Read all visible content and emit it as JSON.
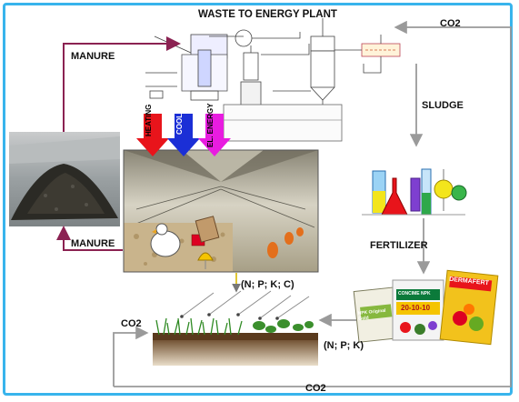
{
  "title": "WASTE TO ENERGY PLANT",
  "labels": {
    "manure_top": "MANURE",
    "manure_bottom": "MANURE",
    "co2_top": "CO2",
    "co2_left": "CO2",
    "co2_bottom": "CO2",
    "sludge": "SLUDGE",
    "fertilizer": "FERTILIZER",
    "npkc": "(N; P; K; C)",
    "npk": "(N; P; K)"
  },
  "energy_arrows": [
    {
      "label": "HEATING",
      "color": "#e8141b"
    },
    {
      "label": "COOLING",
      "color": "#1b2fd6"
    },
    {
      "label": "EL. ENERGY",
      "color": "#e81ce0"
    }
  ],
  "fertilizer_bags": {
    "bag1": "NPK Original Gold",
    "bag2_line1": "CONCIME NPK",
    "bag2_line2": "20-10-10",
    "bag3": "DERMAFERT"
  },
  "colors": {
    "frame": "#38b4ec",
    "maroon_arrow": "#8b2252",
    "gray_arrow": "#9a9a9a",
    "soil": "#6b4a2a"
  }
}
